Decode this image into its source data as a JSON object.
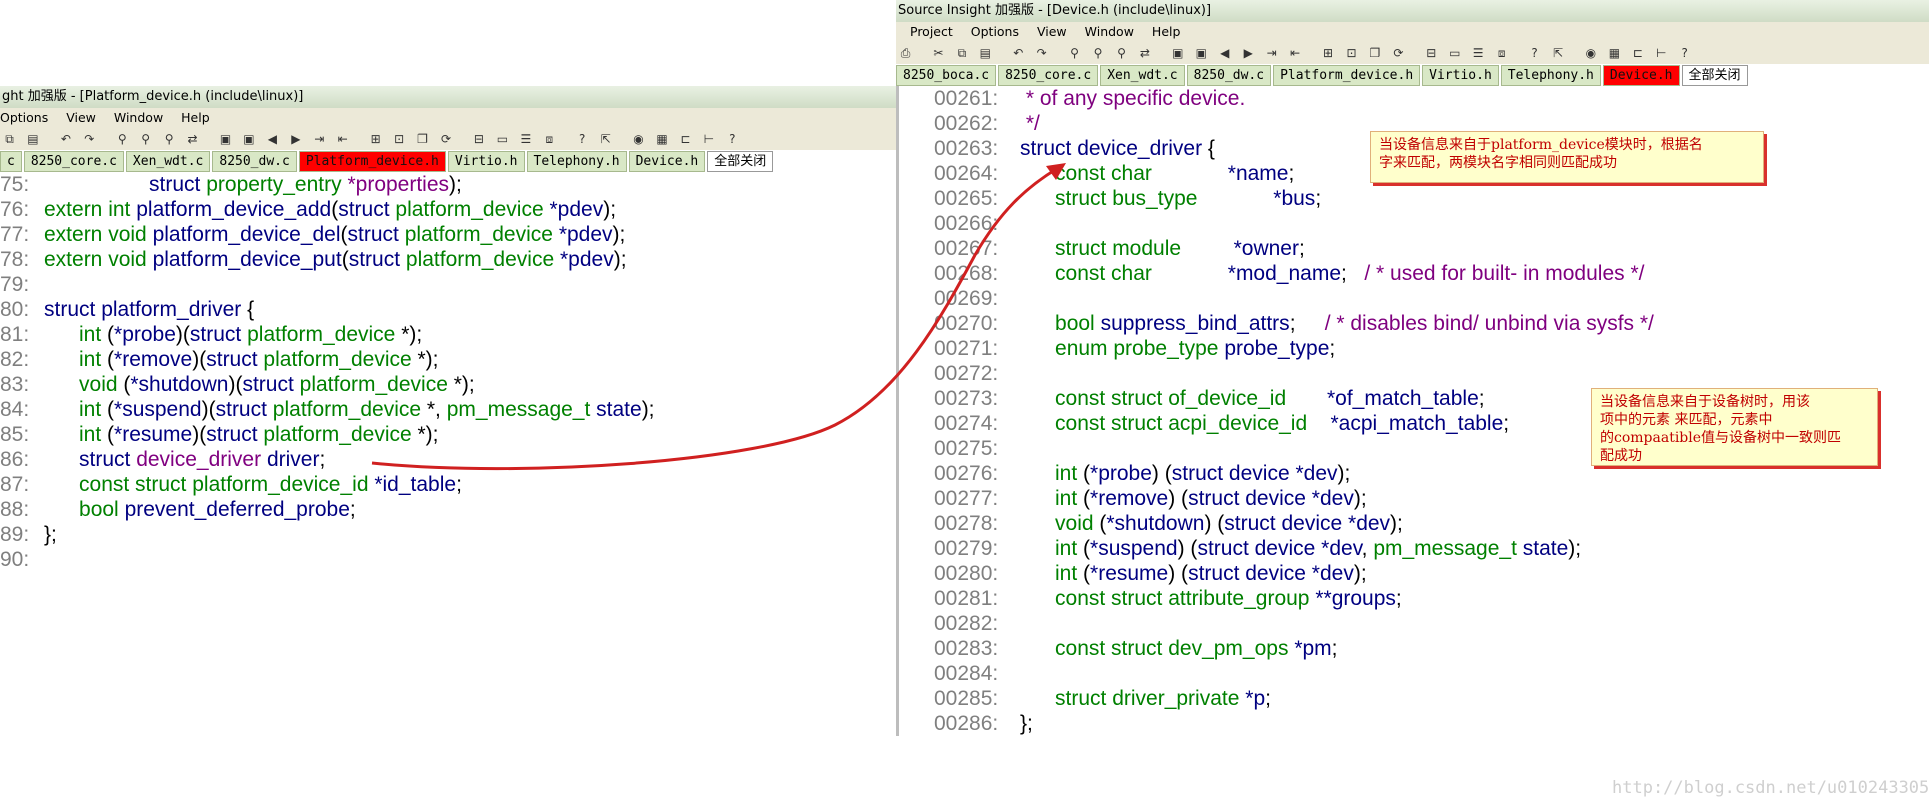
{
  "left": {
    "title": "ght 加强版 - [Platform_device.h (include\\linux)]",
    "menu": [
      "Options",
      "View",
      "Window",
      "Help"
    ],
    "tabs": [
      {
        "label": "c",
        "active": false
      },
      {
        "label": "8250_core.c",
        "active": false
      },
      {
        "label": "Xen_wdt.c",
        "active": false
      },
      {
        "label": "8250_dw.c",
        "active": false
      },
      {
        "label": "Platform_device.h",
        "active": true
      },
      {
        "label": "Virtio.h",
        "active": false
      },
      {
        "label": "Telephony.h",
        "active": false
      },
      {
        "label": "Device.h",
        "active": false
      }
    ],
    "close_all": "全部关闭",
    "lines": [
      {
        "num": "75:",
        "segs": [
          [
            "",
            "                  "
          ],
          [
            "t",
            "struct"
          ],
          [
            "",
            " "
          ],
          [
            "k",
            "property_entry"
          ],
          [
            "",
            " "
          ],
          [
            "p",
            "*properties"
          ],
          [
            "",
            ");"
          ]
        ]
      },
      {
        "num": "76:",
        "segs": [
          [
            "k",
            "extern int"
          ],
          [
            "",
            " "
          ],
          [
            "t",
            "platform_device_add"
          ],
          [
            "",
            "("
          ],
          [
            "t",
            "struct"
          ],
          [
            "",
            " "
          ],
          [
            "k",
            "platform_device"
          ],
          [
            "",
            " "
          ],
          [
            "t",
            "*pdev"
          ],
          [
            "",
            ");"
          ]
        ]
      },
      {
        "num": "77:",
        "segs": [
          [
            "k",
            "extern void"
          ],
          [
            "",
            " "
          ],
          [
            "t",
            "platform_device_del"
          ],
          [
            "",
            "("
          ],
          [
            "t",
            "struct"
          ],
          [
            "",
            " "
          ],
          [
            "k",
            "platform_device"
          ],
          [
            "",
            " "
          ],
          [
            "t",
            "*pdev"
          ],
          [
            "",
            ");"
          ]
        ]
      },
      {
        "num": "78:",
        "segs": [
          [
            "k",
            "extern void"
          ],
          [
            "",
            " "
          ],
          [
            "t",
            "platform_device_put"
          ],
          [
            "",
            "("
          ],
          [
            "t",
            "struct"
          ],
          [
            "",
            " "
          ],
          [
            "k",
            "platform_device"
          ],
          [
            "",
            " "
          ],
          [
            "t",
            "*pdev"
          ],
          [
            "",
            ");"
          ]
        ]
      },
      {
        "num": "79:",
        "segs": []
      },
      {
        "num": "80:",
        "segs": [
          [
            "t",
            "struct"
          ],
          [
            "",
            " "
          ],
          [
            "t",
            "platform_driver"
          ],
          [
            "",
            " {"
          ]
        ]
      },
      {
        "num": "81:",
        "segs": [
          [
            "",
            "      "
          ],
          [
            "k",
            "int"
          ],
          [
            "",
            " ("
          ],
          [
            "t",
            "*probe"
          ],
          [
            "",
            ")("
          ],
          [
            "t",
            "struct"
          ],
          [
            "",
            " "
          ],
          [
            "k",
            "platform_device"
          ],
          [
            "",
            " *);"
          ]
        ]
      },
      {
        "num": "82:",
        "segs": [
          [
            "",
            "      "
          ],
          [
            "k",
            "int"
          ],
          [
            "",
            " ("
          ],
          [
            "t",
            "*remove"
          ],
          [
            "",
            ")("
          ],
          [
            "t",
            "struct"
          ],
          [
            "",
            " "
          ],
          [
            "k",
            "platform_device"
          ],
          [
            "",
            " *);"
          ]
        ]
      },
      {
        "num": "83:",
        "segs": [
          [
            "",
            "      "
          ],
          [
            "k",
            "void"
          ],
          [
            "",
            " ("
          ],
          [
            "t",
            "*shutdown"
          ],
          [
            "",
            ")("
          ],
          [
            "t",
            "struct"
          ],
          [
            "",
            " "
          ],
          [
            "k",
            "platform_device"
          ],
          [
            "",
            " *);"
          ]
        ]
      },
      {
        "num": "84:",
        "segs": [
          [
            "",
            "      "
          ],
          [
            "k",
            "int"
          ],
          [
            "",
            " ("
          ],
          [
            "t",
            "*suspend"
          ],
          [
            "",
            ")("
          ],
          [
            "t",
            "struct"
          ],
          [
            "",
            " "
          ],
          [
            "k",
            "platform_device"
          ],
          [
            "",
            " *, "
          ],
          [
            "k",
            "pm_message_t"
          ],
          [
            "",
            " "
          ],
          [
            "t",
            "state"
          ],
          [
            "",
            ");"
          ]
        ]
      },
      {
        "num": "85:",
        "segs": [
          [
            "",
            "      "
          ],
          [
            "k",
            "int"
          ],
          [
            "",
            " ("
          ],
          [
            "t",
            "*resume"
          ],
          [
            "",
            ")("
          ],
          [
            "t",
            "struct"
          ],
          [
            "",
            " "
          ],
          [
            "k",
            "platform_device"
          ],
          [
            "",
            " *);"
          ]
        ]
      },
      {
        "num": "86:",
        "segs": [
          [
            "",
            "      "
          ],
          [
            "t",
            "struct"
          ],
          [
            "",
            " "
          ],
          [
            "p",
            "device_driver"
          ],
          [
            "",
            " "
          ],
          [
            "t",
            "driver"
          ],
          [
            "",
            ";"
          ]
        ]
      },
      {
        "num": "87:",
        "segs": [
          [
            "",
            "      "
          ],
          [
            "k",
            "const struct"
          ],
          [
            "",
            " "
          ],
          [
            "k",
            "platform_device_id"
          ],
          [
            "",
            " "
          ],
          [
            "t",
            "*id_table"
          ],
          [
            "",
            ";"
          ]
        ]
      },
      {
        "num": "88:",
        "segs": [
          [
            "",
            "      "
          ],
          [
            "k",
            "bool"
          ],
          [
            "",
            " "
          ],
          [
            "t",
            "prevent_deferred_probe"
          ],
          [
            "",
            ";"
          ]
        ]
      },
      {
        "num": "89:",
        "segs": [
          [
            "",
            "};"
          ]
        ]
      },
      {
        "num": "90:",
        "segs": []
      }
    ]
  },
  "right": {
    "title": "Source Insight 加强版 - [Device.h (include\\linux)]",
    "menu": [
      "Project",
      "Options",
      "View",
      "Window",
      "Help"
    ],
    "tabs": [
      {
        "label": "8250_boca.c",
        "active": false
      },
      {
        "label": "8250_core.c",
        "active": false
      },
      {
        "label": "Xen_wdt.c",
        "active": false
      },
      {
        "label": "8250_dw.c",
        "active": false
      },
      {
        "label": "Platform_device.h",
        "active": false
      },
      {
        "label": "Virtio.h",
        "active": false
      },
      {
        "label": "Telephony.h",
        "active": false
      },
      {
        "label": "Device.h",
        "active": true
      }
    ],
    "close_all": "全部关闭",
    "lines": [
      {
        "num": "00261:",
        "segs": [
          [
            "c",
            " * of any specific device."
          ]
        ]
      },
      {
        "num": "00262:",
        "segs": [
          [
            "c",
            " */"
          ]
        ]
      },
      {
        "num": "00263:",
        "segs": [
          [
            "t",
            "struct"
          ],
          [
            "",
            " "
          ],
          [
            "t",
            "device_driver"
          ],
          [
            "",
            " {"
          ]
        ]
      },
      {
        "num": "00264:",
        "segs": [
          [
            "",
            "      "
          ],
          [
            "k",
            "const char"
          ],
          [
            "",
            "             "
          ],
          [
            "t",
            "*name"
          ],
          [
            "",
            ";"
          ]
        ]
      },
      {
        "num": "00265:",
        "segs": [
          [
            "",
            "      "
          ],
          [
            "k",
            "struct bus_type"
          ],
          [
            "",
            "             "
          ],
          [
            "t",
            "*bus"
          ],
          [
            "",
            ";"
          ]
        ]
      },
      {
        "num": "00266:",
        "segs": []
      },
      {
        "num": "00267:",
        "segs": [
          [
            "",
            "      "
          ],
          [
            "k",
            "struct module"
          ],
          [
            "",
            "         "
          ],
          [
            "t",
            "*owner"
          ],
          [
            "",
            ";"
          ]
        ]
      },
      {
        "num": "00268:",
        "segs": [
          [
            "",
            "      "
          ],
          [
            "k",
            "const char"
          ],
          [
            "",
            "             "
          ],
          [
            "t",
            "*mod_name"
          ],
          [
            "",
            ";   "
          ],
          [
            "c",
            "/ * used for built- in modules */"
          ]
        ]
      },
      {
        "num": "00269:",
        "segs": []
      },
      {
        "num": "00270:",
        "segs": [
          [
            "",
            "      "
          ],
          [
            "k",
            "bool"
          ],
          [
            "",
            " "
          ],
          [
            "t",
            "suppress_bind_attrs"
          ],
          [
            "",
            ";     "
          ],
          [
            "c",
            "/ * disables bind/ unbind via sysfs */"
          ]
        ]
      },
      {
        "num": "00271:",
        "segs": [
          [
            "",
            "      "
          ],
          [
            "k",
            "enum probe_type"
          ],
          [
            "",
            " "
          ],
          [
            "t",
            "probe_type"
          ],
          [
            "",
            ";"
          ]
        ]
      },
      {
        "num": "00272:",
        "segs": []
      },
      {
        "num": "00273:",
        "segs": [
          [
            "",
            "      "
          ],
          [
            "k",
            "const struct of_device_id"
          ],
          [
            "",
            "       "
          ],
          [
            "t",
            "*of_match_table"
          ],
          [
            "",
            ";"
          ]
        ]
      },
      {
        "num": "00274:",
        "segs": [
          [
            "",
            "      "
          ],
          [
            "k",
            "const struct acpi_device_id"
          ],
          [
            "",
            "    "
          ],
          [
            "t",
            "*acpi_match_table"
          ],
          [
            "",
            ";"
          ]
        ]
      },
      {
        "num": "00275:",
        "segs": []
      },
      {
        "num": "00276:",
        "segs": [
          [
            "",
            "      "
          ],
          [
            "k",
            "int"
          ],
          [
            "",
            " ("
          ],
          [
            "t",
            "*probe"
          ],
          [
            "",
            ") ("
          ],
          [
            "t",
            "struct device"
          ],
          [
            "",
            " "
          ],
          [
            "t",
            "*dev"
          ],
          [
            "",
            ");"
          ]
        ]
      },
      {
        "num": "00277:",
        "segs": [
          [
            "",
            "      "
          ],
          [
            "k",
            "int"
          ],
          [
            "",
            " ("
          ],
          [
            "t",
            "*remove"
          ],
          [
            "",
            ") ("
          ],
          [
            "t",
            "struct device"
          ],
          [
            "",
            " "
          ],
          [
            "t",
            "*dev"
          ],
          [
            "",
            ");"
          ]
        ]
      },
      {
        "num": "00278:",
        "segs": [
          [
            "",
            "      "
          ],
          [
            "k",
            "void"
          ],
          [
            "",
            " ("
          ],
          [
            "t",
            "*shutdown"
          ],
          [
            "",
            ") ("
          ],
          [
            "t",
            "struct device"
          ],
          [
            "",
            " "
          ],
          [
            "t",
            "*dev"
          ],
          [
            "",
            ");"
          ]
        ]
      },
      {
        "num": "00279:",
        "segs": [
          [
            "",
            "      "
          ],
          [
            "k",
            "int"
          ],
          [
            "",
            " ("
          ],
          [
            "t",
            "*suspend"
          ],
          [
            "",
            ") ("
          ],
          [
            "t",
            "struct device"
          ],
          [
            "",
            " "
          ],
          [
            "t",
            "*dev"
          ],
          [
            "",
            ", "
          ],
          [
            "k",
            "pm_message_t"
          ],
          [
            "",
            " "
          ],
          [
            "t",
            "state"
          ],
          [
            "",
            ");"
          ]
        ]
      },
      {
        "num": "00280:",
        "segs": [
          [
            "",
            "      "
          ],
          [
            "k",
            "int"
          ],
          [
            "",
            " ("
          ],
          [
            "t",
            "*resume"
          ],
          [
            "",
            ") ("
          ],
          [
            "t",
            "struct device"
          ],
          [
            "",
            " "
          ],
          [
            "t",
            "*dev"
          ],
          [
            "",
            ");"
          ]
        ]
      },
      {
        "num": "00281:",
        "segs": [
          [
            "",
            "      "
          ],
          [
            "k",
            "const struct attribute_group"
          ],
          [
            "",
            " "
          ],
          [
            "t",
            "**groups"
          ],
          [
            "",
            ";"
          ]
        ]
      },
      {
        "num": "00282:",
        "segs": []
      },
      {
        "num": "00283:",
        "segs": [
          [
            "",
            "      "
          ],
          [
            "k",
            "const struct dev_pm_ops"
          ],
          [
            "",
            " "
          ],
          [
            "t",
            "*pm"
          ],
          [
            "",
            ";"
          ]
        ]
      },
      {
        "num": "00284:",
        "segs": []
      },
      {
        "num": "00285:",
        "segs": [
          [
            "",
            "      "
          ],
          [
            "k",
            "struct driver_private"
          ],
          [
            "",
            " "
          ],
          [
            "t",
            "*p"
          ],
          [
            "",
            ";"
          ]
        ]
      },
      {
        "num": "00286:",
        "segs": [
          [
            "",
            "};"
          ]
        ]
      }
    ]
  },
  "notes": {
    "name_match": "当设备信息来自于platform_device模块时，根据名\n字来匹配，两模块名字相同则匹配成功",
    "of_match": "当设备信息来自于设备树时，用该\n项中的元素 来匹配，元素中\n的compaatible值与设备树中一致则匹\n配成功"
  },
  "watermark": "http://blog.csdn.net/u010243305",
  "colors": {
    "keyword": "#008000",
    "identifier": "#000080",
    "type_ref": "#800080",
    "comment": "#7f007f",
    "line_number": "#7f7f7f",
    "active_tab": "#ff0000",
    "tab": "#d9e8c6",
    "arrow": "#d02020"
  }
}
